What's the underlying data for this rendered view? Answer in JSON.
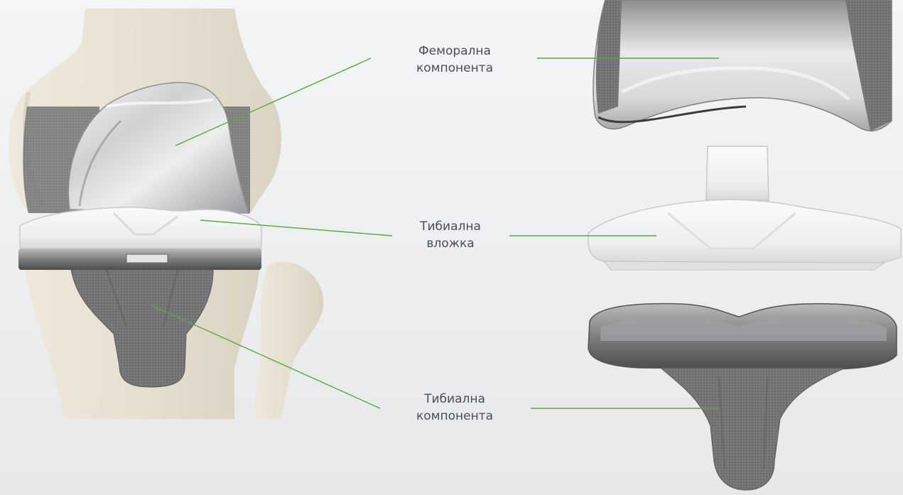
{
  "labels": {
    "femoral": {
      "line1": "Феморална",
      "line2": "компонента"
    },
    "insert": {
      "line1": "Тибиална",
      "line2": "вложка"
    },
    "tibial": {
      "line1": "Тибиална",
      "line2": "компонента"
    }
  },
  "colors": {
    "leader_line": "#5aa83e",
    "bone": "#e8e1d2",
    "metal_polished": "#c9cbcd",
    "metal_porous": "#6e6e6e",
    "polyethylene": "#f3f4f5",
    "text": "#4a4d52"
  }
}
